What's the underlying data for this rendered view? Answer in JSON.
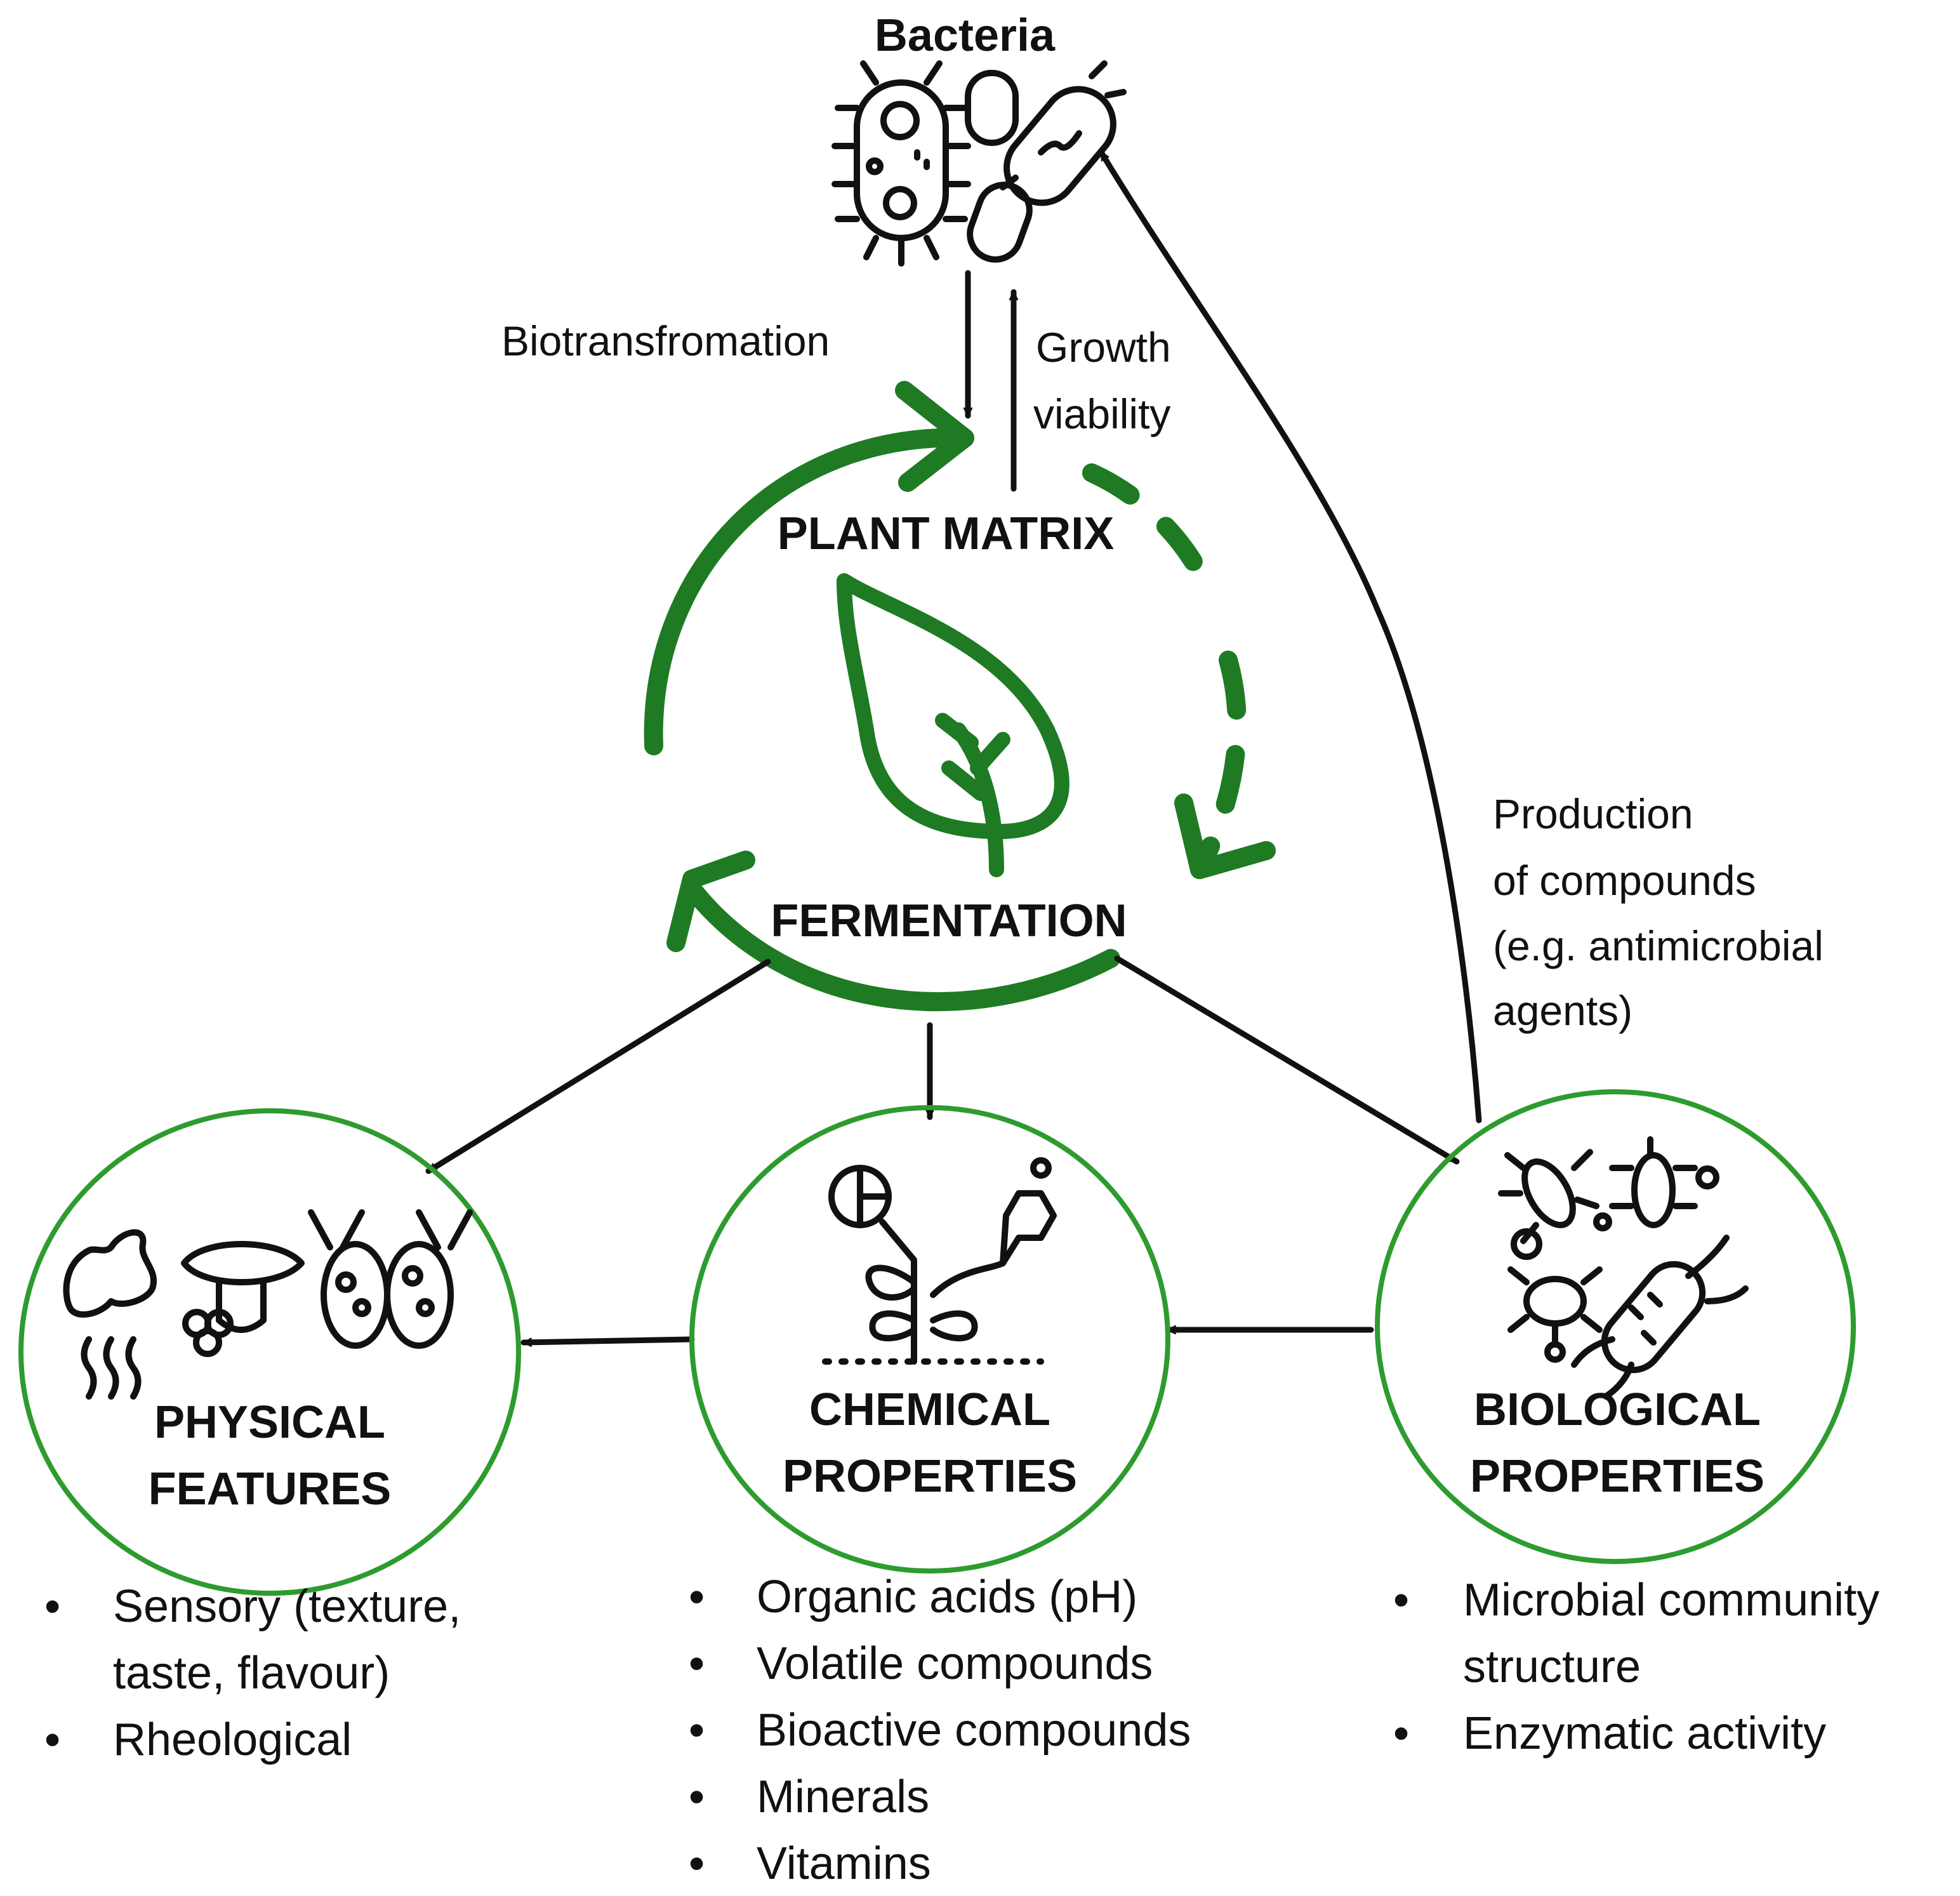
{
  "colors": {
    "green": "#1e7b23",
    "circle_green": "#2e9b2e",
    "black": "#111111"
  },
  "labels": {
    "bacteria": "Bacteria",
    "biotransformation": "Biotransfromation",
    "growth": "Growth",
    "viability": "viability",
    "plant_matrix": "PLANT MATRIX",
    "fermentation": "FERMENTATION",
    "production": [
      "Production",
      "of compounds",
      "(e.g. antimicrobial",
      "agents)"
    ]
  },
  "circles": [
    {
      "title": [
        "PHYSICAL",
        "FEATURES"
      ],
      "icon": "sensory-icons (nose, mouth, tongue, grapes)",
      "bullets": [
        [
          "Sensory (texture,",
          "taste, flavour)"
        ],
        [
          "Rheological"
        ]
      ]
    },
    {
      "title": [
        "CHEMICAL",
        "PROPERTIES"
      ],
      "icon": "plant-molecule-icon",
      "bullets": [
        [
          "Organic acids (pH)"
        ],
        [
          "Volatile compounds"
        ],
        [
          "Bioactive compounds"
        ],
        [
          "Minerals"
        ],
        [
          "Vitamins"
        ]
      ]
    },
    {
      "title": [
        "BIOLOGICAL",
        "PROPERTIES"
      ],
      "icon": "microbes-icon",
      "bullets": [
        [
          "Microbial community",
          "structure"
        ],
        [
          "Enzymatic activity"
        ]
      ]
    }
  ],
  "icons": [
    "bacteria-icon",
    "leaf-icon",
    "cycle-arrows-icon"
  ]
}
